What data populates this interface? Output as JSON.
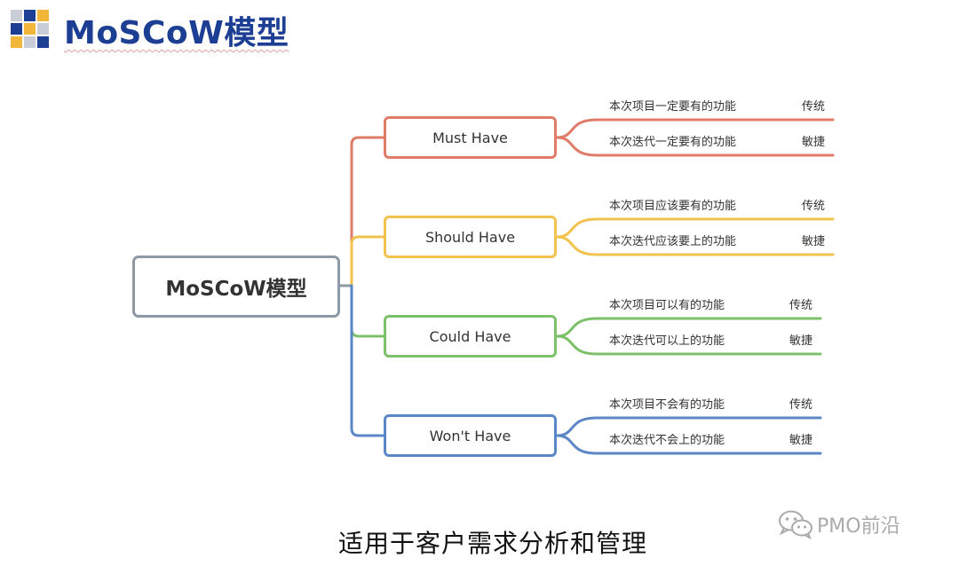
{
  "header": {
    "title": "MoSCoW模型"
  },
  "root": {
    "label": "MoSCoW模型"
  },
  "branches": [
    {
      "label": "Must Have",
      "color": "#e07b68",
      "leaves": [
        {
          "text": "本次项目一定要有的功能",
          "tag": "传统"
        },
        {
          "text": "本次迭代一定要有的功能",
          "tag": "敏捷"
        }
      ]
    },
    {
      "label": "Should Have",
      "color": "#f1c24d",
      "leaves": [
        {
          "text": "本次项目应该要有的功能",
          "tag": "传统"
        },
        {
          "text": "本次迭代应该要上的功能",
          "tag": "敏捷"
        }
      ]
    },
    {
      "label": "Could Have",
      "color": "#7cc16a",
      "leaves": [
        {
          "text": "本次项目可以有的功能",
          "tag": "传统"
        },
        {
          "text": "本次迭代可以上的功能",
          "tag": "敏捷"
        }
      ]
    },
    {
      "label": "Won't Have",
      "color": "#5b87c7",
      "leaves": [
        {
          "text": "本次项目不会有的功能",
          "tag": "传统"
        },
        {
          "text": "本次迭代不会上的功能",
          "tag": "敏捷"
        }
      ]
    }
  ],
  "caption": "适用于客户需求分析和管理",
  "watermark": {
    "text": "PMO前沿",
    "icon": "wechat-icon"
  }
}
